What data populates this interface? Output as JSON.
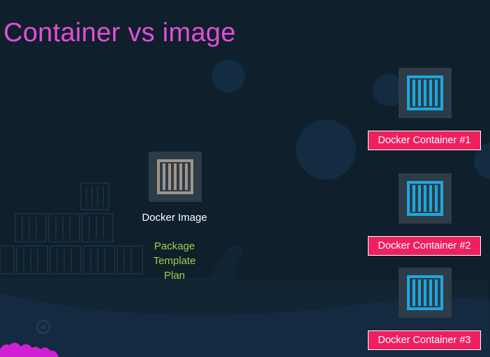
{
  "slide": {
    "title": "Container vs image",
    "image_label": "Docker Image",
    "image_description": [
      "Package",
      "Template",
      "Plan"
    ],
    "containers": [
      {
        "label": "Docker Container #1"
      },
      {
        "label": "Docker Container #2"
      },
      {
        "label": "Docker Container #3"
      }
    ]
  },
  "colors": {
    "background": "#0f1f2c",
    "title": "#e24fd6",
    "image_icon": "#a0958a",
    "container_icon": "#1aa8e0",
    "container_label_bg": "#f01f5e",
    "description_text": "#9bd14a"
  },
  "icons": {
    "image": "docker-image-icon",
    "container": "docker-container-icon"
  }
}
